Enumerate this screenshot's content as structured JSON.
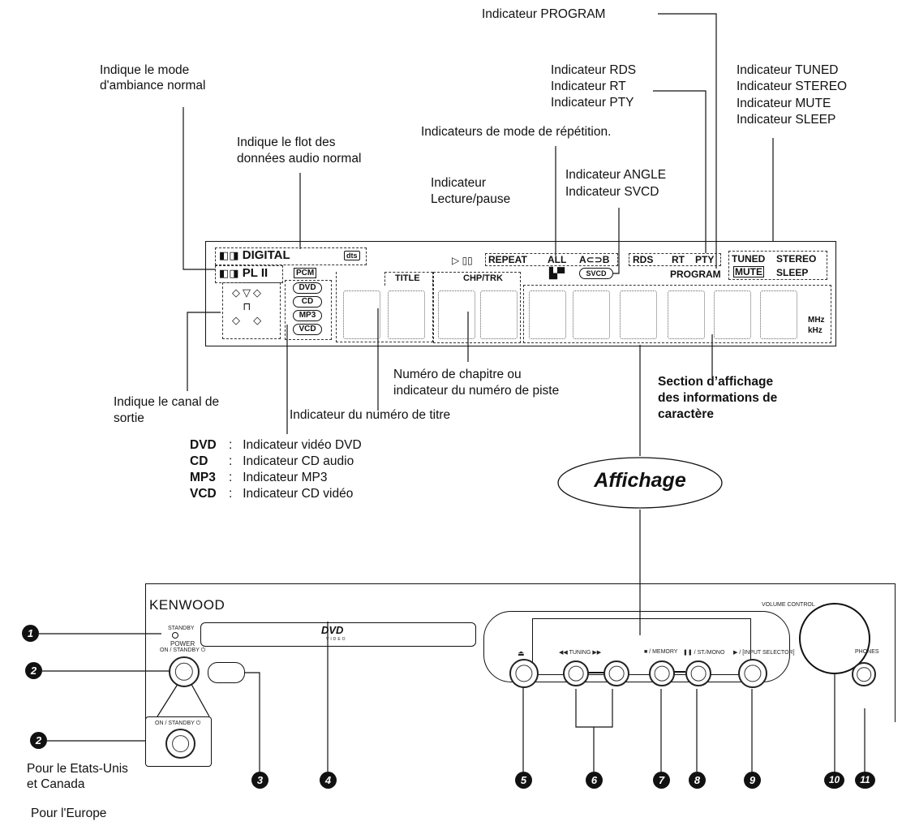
{
  "annotations": {
    "program": "Indicateur PROGRAM",
    "ambiance": [
      "Indique le mode",
      "d'ambiance normal"
    ],
    "rds": [
      "Indicateur RDS",
      "Indicateur RT",
      "Indicateur PTY"
    ],
    "tuned": [
      "Indicateur TUNED",
      "Indicateur STEREO",
      "Indicateur MUTE",
      "Indicateur SLEEP"
    ],
    "repeat": "Indicateurs de mode de répétition.",
    "flot": [
      "Indique le flot des",
      "données audio normal"
    ],
    "angle": [
      "Indicateur ANGLE",
      "Indicateur SVCD"
    ],
    "lecture": [
      "Indicateur",
      "Lecture/pause"
    ],
    "chapitre": [
      "Numéro de chapitre ou",
      "indicateur du numéro de piste"
    ],
    "section": [
      "Section d’affichage",
      "des informations de",
      "caractère"
    ],
    "canal": [
      "Indique le canal de",
      "sortie"
    ],
    "titre": "Indicateur du numéro de titre",
    "affichage": "Affichage",
    "us": [
      "Pour le Etats-Unis",
      "et Canada"
    ],
    "europe": "Pour l'Europe"
  },
  "legend": [
    {
      "key": "DVD",
      "sep": ":",
      "text": "Indicateur vidéo DVD"
    },
    {
      "key": "CD",
      "sep": ":",
      "text": "Indicateur CD audio"
    },
    {
      "key": "MP3",
      "sep": ":",
      "text": "Indicateur MP3"
    },
    {
      "key": "VCD",
      "sep": ":",
      "text": "Indicateur CD vidéo"
    }
  ],
  "display": {
    "digital": "DIGITAL",
    "pl2": "PL II",
    "dts": "dts",
    "pcm": "PCM",
    "pills": [
      "DVD",
      "CD",
      "MP3",
      "VCD"
    ],
    "title": "TITLE",
    "chp": "CHP/TRK",
    "play": "▷ ▯▯",
    "repeat": "REPEAT",
    "all": "ALL",
    "ab": "A⊂⊃B",
    "svcd": "SVCD",
    "rds": "RDS",
    "rt": "RT",
    "pty": "PTY",
    "program": "PROGRAM",
    "tuned": "TUNED",
    "stereo": "STEREO",
    "mute": "MUTE",
    "sleep": "SLEEP",
    "mhz": "MHz",
    "khz": "kHz"
  },
  "panel": {
    "brand": "KENWOOD",
    "dvd_logo": "DVD",
    "dvd_sub": "VIDEO",
    "standby": "STANDBY",
    "power": "POWER",
    "on_standby": "ON / STANDBY ⏻",
    "volume": "VOLUME CONTROL",
    "phones": "PHONES",
    "eject": "⏏",
    "tuning": "◀◀   TUNING   ▶▶",
    "memory": "■ / MEMORY",
    "stmono": "❚❚ / ST./MONO",
    "input": "▶ / [INPUT SELECTOR]"
  },
  "numbers": [
    "1",
    "2",
    "2",
    "3",
    "4",
    "5",
    "6",
    "7",
    "8",
    "9",
    "10",
    "11"
  ]
}
